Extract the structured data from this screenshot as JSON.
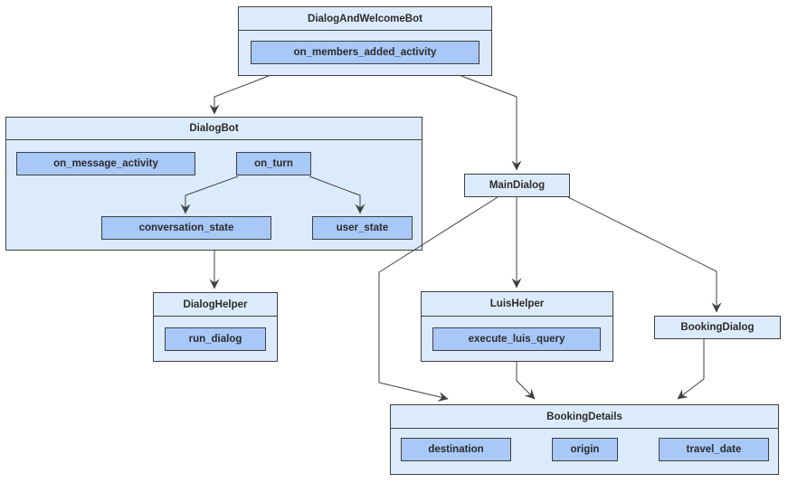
{
  "colors": {
    "container_fill": "#dcebfb",
    "method_fill": "#a8c8f8",
    "border": "#404040",
    "edge": "#404040",
    "text": "#2b2b2b",
    "background": "#ffffff"
  },
  "nodes": {
    "dialog_and_welcome_bot": {
      "label": "DialogAndWelcomeBot",
      "methods": [
        "on_members_added_activity"
      ]
    },
    "dialog_bot": {
      "label": "DialogBot",
      "methods": [
        "on_message_activity",
        "on_turn",
        "conversation_state",
        "user_state"
      ]
    },
    "main_dialog": {
      "label": "MainDialog"
    },
    "dialog_helper": {
      "label": "DialogHelper",
      "methods": [
        "run_dialog"
      ]
    },
    "luis_helper": {
      "label": "LuisHelper",
      "methods": [
        "execute_luis_query"
      ]
    },
    "booking_dialog": {
      "label": "BookingDialog"
    },
    "booking_details": {
      "label": "BookingDetails",
      "methods": [
        "destination",
        "origin",
        "travel_date"
      ]
    }
  },
  "edges": [
    {
      "from": "DialogAndWelcomeBot",
      "to": "DialogBot"
    },
    {
      "from": "DialogAndWelcomeBot",
      "to": "MainDialog"
    },
    {
      "from": "on_turn",
      "to": "conversation_state"
    },
    {
      "from": "on_turn",
      "to": "user_state"
    },
    {
      "from": "DialogBot",
      "to": "DialogHelper"
    },
    {
      "from": "MainDialog",
      "to": "LuisHelper"
    },
    {
      "from": "MainDialog",
      "to": "BookingDetails"
    },
    {
      "from": "MainDialog",
      "to": "BookingDialog"
    },
    {
      "from": "LuisHelper",
      "to": "BookingDetails"
    },
    {
      "from": "BookingDialog",
      "to": "BookingDetails"
    }
  ]
}
